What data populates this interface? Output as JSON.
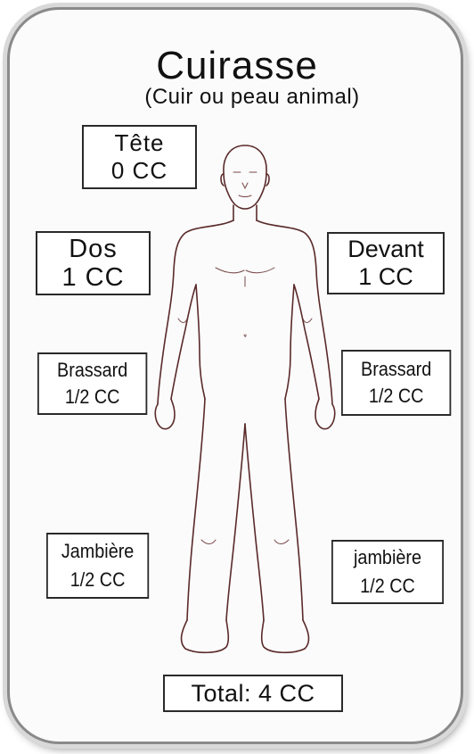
{
  "title": "Cuirasse",
  "subtitle": "(Cuir ou peau animal)",
  "labels": {
    "tete": {
      "part": "Tête",
      "value": "0 CC"
    },
    "dos": {
      "part": "Dos",
      "value": "1 CC"
    },
    "devant": {
      "part": "Devant",
      "value": "1 CC"
    },
    "brassard_left": {
      "part": "Brassard",
      "value": "1/2 CC"
    },
    "brassard_right": {
      "part": "Brassard",
      "value": "1/2 CC"
    },
    "jambiere_left": {
      "part": "Jambière",
      "value": "1/2 CC"
    },
    "jambiere_right": {
      "part": "jambière",
      "value": "1/2 CC"
    }
  },
  "total": "Total: 4 CC",
  "colors": {
    "outline": "#5a2a2a",
    "card_border": "#8a8a8a",
    "box_border": "#2a2a2a"
  },
  "icons": [
    "human-body-outline"
  ]
}
